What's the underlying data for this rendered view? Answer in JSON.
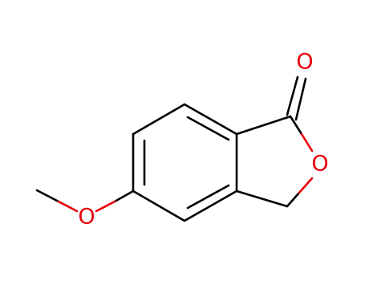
{
  "molecule": {
    "atoms": {
      "carbonyl_oxygen": "O",
      "ring_oxygen": "O",
      "methoxy_oxygen": "O"
    },
    "colors": {
      "bond": "#000000",
      "heteroatom": "#e8000b",
      "background": "#ffffff"
    }
  }
}
